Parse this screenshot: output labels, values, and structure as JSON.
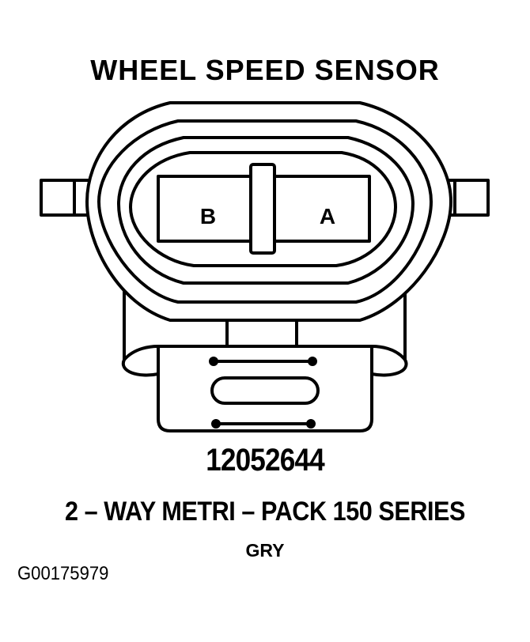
{
  "diagram": {
    "title": "WHEEL SPEED SENSOR",
    "connector": {
      "pins": [
        {
          "label": "B",
          "position": "left"
        },
        {
          "label": "A",
          "position": "right"
        }
      ]
    },
    "part_number": "12052644",
    "series": "2 – WAY METRI – PACK 150 SERIES",
    "color": "GRY",
    "figure_id": "G00175979",
    "line_color": "#000000",
    "background_color": "#ffffff"
  }
}
